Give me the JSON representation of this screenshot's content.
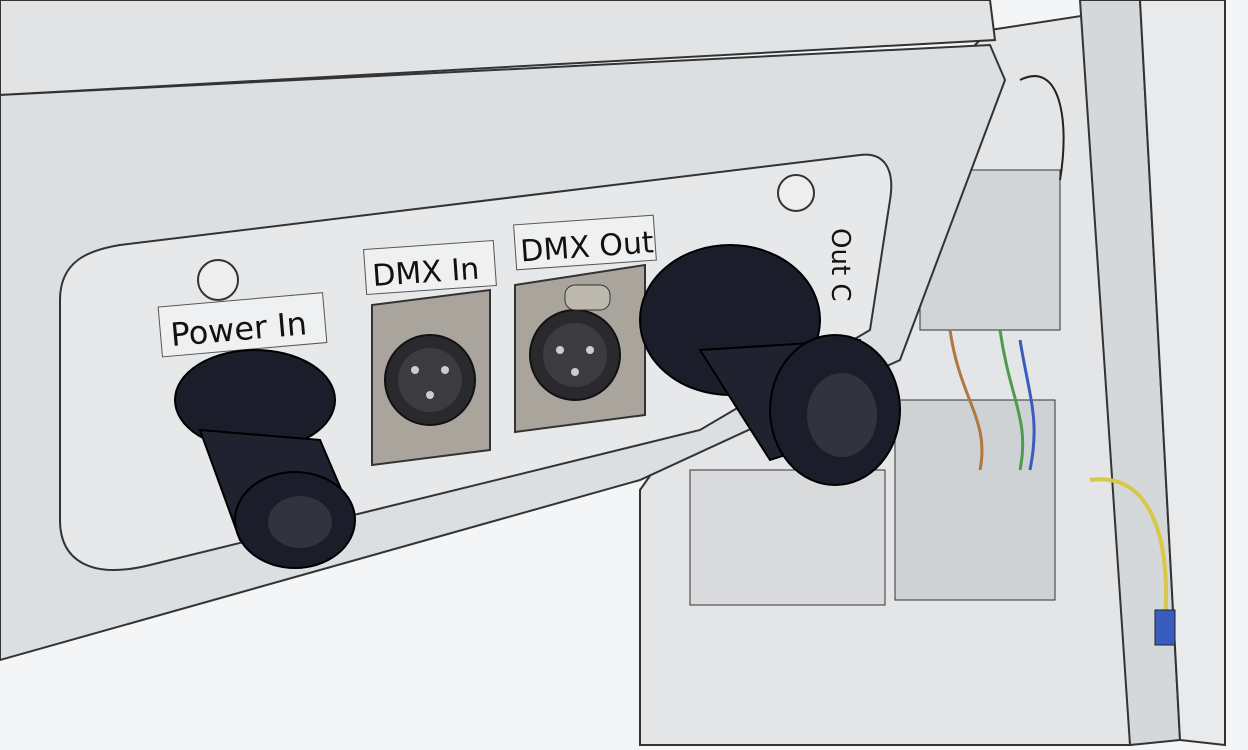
{
  "labels": {
    "power_in": "Power In",
    "dmx_in": "DMX In",
    "dmx_out": "DMX Out",
    "out_partial": "Out C"
  },
  "colors": {
    "housing": "#dcdfe1",
    "panel": "#e6e8ea",
    "gland": "#1b1d2a",
    "xlr_plate": "#a9a59c",
    "wire_yellow": "#d8c84a",
    "wire_blue": "#3a5cc0",
    "wire_green": "#4f9a4f"
  }
}
